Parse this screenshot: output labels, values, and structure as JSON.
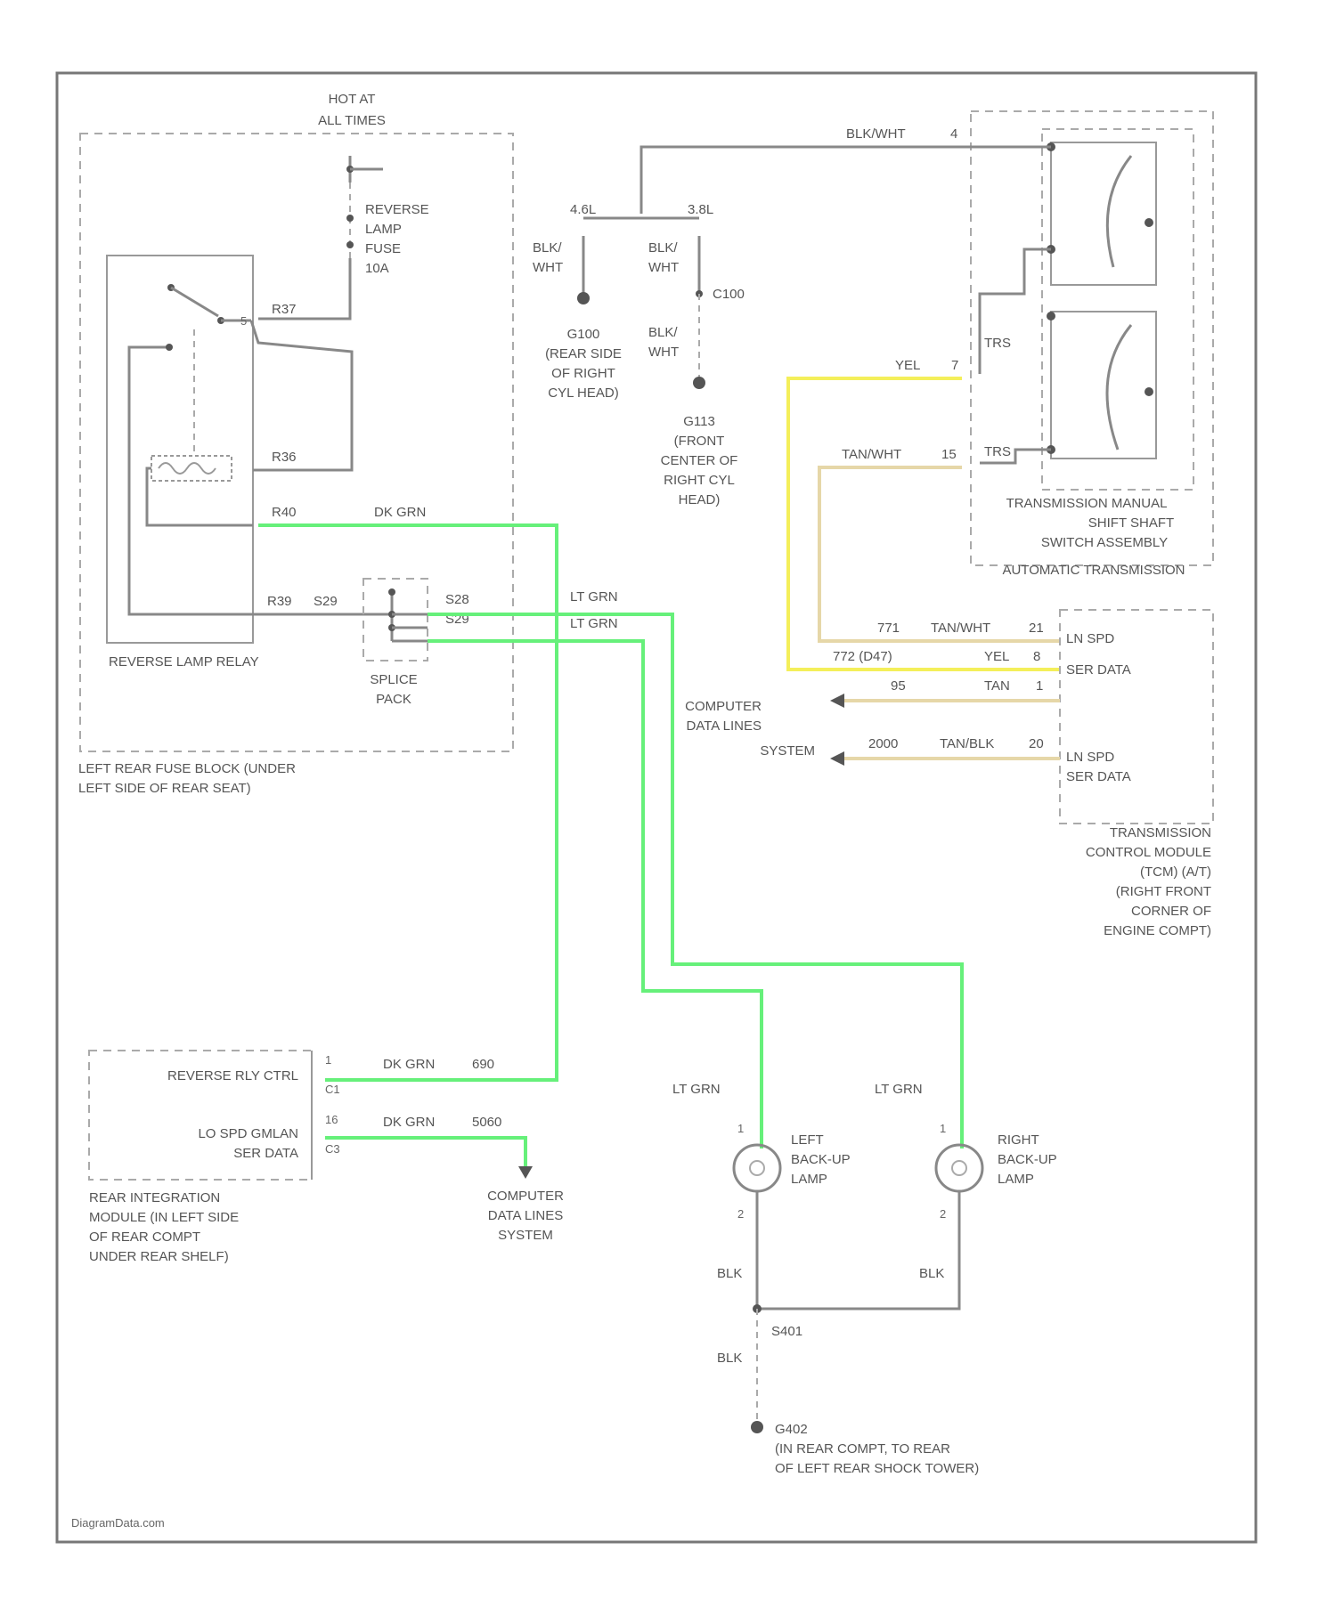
{
  "relay_block": {
    "hot_label_1": "HOT AT",
    "hot_label_2": "ALL TIMES",
    "fuse_label": [
      "REVERSE",
      "LAMP",
      "FUSE",
      "10A"
    ],
    "pins": {
      "p1": "R37",
      "p2": "R36",
      "p3": "R40",
      "p4": "R39",
      "p4_wire": "S29"
    },
    "relay_name": "REVERSE LAMP RELAY",
    "block_name_1": "LEFT REAR FUSE BLOCK (UNDER",
    "block_name_2": "LEFT SIDE OF REAR SEAT)",
    "splice_name": [
      "SPLICE",
      "PACK"
    ],
    "splice_pins": [
      "S28",
      "S29"
    ],
    "wire_dk_grn": "DK GRN"
  },
  "ground_top": {
    "wire_top": "BLK/WHT",
    "wire_top_num": "4",
    "left_eng": "4.6L",
    "right_eng": "3.8L",
    "left_wire": [
      "BLK/",
      "WHT"
    ],
    "right_wire": [
      "BLK/",
      "WHT"
    ],
    "right_wire_lower": [
      "BLK/",
      "WHT"
    ],
    "conn": "C100",
    "g1": [
      "G100",
      "(REAR SIDE",
      "OF RIGHT",
      "CYL HEAD)"
    ],
    "g2": [
      "G113",
      "(FRONT",
      "CENTER OF",
      "RIGHT CYL",
      "HEAD)"
    ]
  },
  "trans": {
    "yel": "YEL",
    "yel_num": "7",
    "trs1": "TRS",
    "tan_wht": "TAN/WHT",
    "tan_num": "15",
    "trs2": "TRS",
    "switch_name": [
      "TRANSMISSION MANUAL",
      "SHIFT SHAFT",
      "SWITCH ASSEMBLY"
    ],
    "auto": "AUTOMATIC TRANSMISSION",
    "tcm_rows": [
      {
        "wire": "771",
        "color": "TAN/WHT",
        "pin": "21",
        "label": "LN SPD"
      },
      {
        "wire": "772 (D47)",
        "color": "YEL",
        "pin": "8",
        "label": "SER DATA"
      },
      {
        "wire": "95",
        "color": "TAN",
        "pin": "1",
        "label": ""
      },
      {
        "wire": "2000",
        "color": "TAN/BLK",
        "pin": "20",
        "label": "LN SPD"
      }
    ],
    "tcm_label2": "SER DATA",
    "computer1": [
      "COMPUTER",
      "DATA LINES",
      "SYSTEM"
    ],
    "tcm_name": [
      "TRANSMISSION",
      "CONTROL MODULE",
      "(TCM) (A/T)",
      "(RIGHT FRONT",
      "CORNER OF",
      "ENGINE COMPT)"
    ]
  },
  "rim": {
    "row1_label": "REVERSE RLY CTRL",
    "row1_pin": "1",
    "row1_conn": "C1",
    "row1_wire": "DK GRN",
    "row1_num": "690",
    "row2_label_1": "LO SPD GMLAN",
    "row2_label_2": "SER DATA",
    "row2_pin": "16",
    "row2_conn": "C3",
    "row2_wire": "DK GRN",
    "row2_num": "5060",
    "name": [
      "REAR INTEGRATION",
      "MODULE (IN LEFT SIDE",
      "OF REAR COMPT",
      "UNDER REAR SHELF)"
    ],
    "computer2": [
      "COMPUTER",
      "DATA LINES",
      "SYSTEM"
    ]
  },
  "lamps": {
    "left_wire": "LT GRN",
    "right_wire": "LT GRN",
    "lt_grn": "LT GRN",
    "left_name": [
      "LEFT",
      "BACK-UP",
      "LAMP"
    ],
    "right_name": [
      "RIGHT",
      "BACK-UP",
      "LAMP"
    ],
    "pin_top": "1",
    "pin_bot": "2",
    "blk": "BLK",
    "splice": "S401",
    "ground": [
      "G402",
      "(IN REAR COMPT, TO REAR",
      "OF LEFT REAR SHOCK TOWER)"
    ]
  },
  "watermark": "DiagramData.com"
}
